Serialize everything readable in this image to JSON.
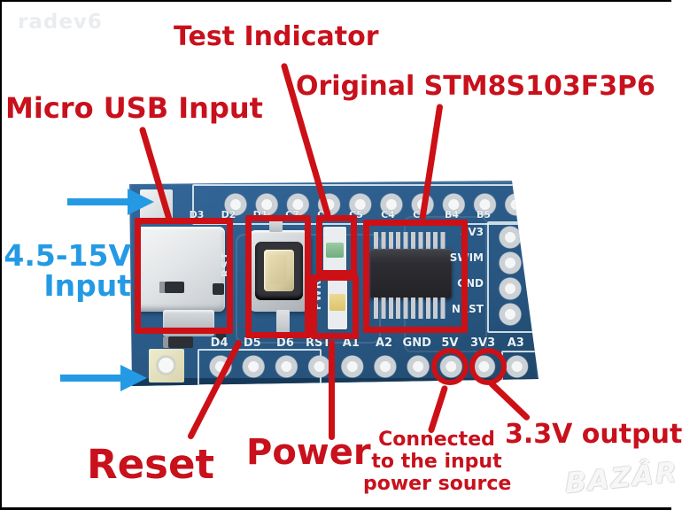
{
  "watermarks": {
    "seller": "radev6",
    "marketplace_logo": "BAZÂR"
  },
  "labels": {
    "test_indicator": "Test Indicator",
    "original_chip": "Original STM8S103F3P6",
    "micro_usb": "Micro USB Input",
    "voltage_input_line1": "4.5-15V",
    "voltage_input_line2": "Input",
    "reset": "Reset",
    "power": "Power",
    "connected_note_line1": "Connected",
    "connected_note_line2": "to the input",
    "connected_note_line3": "power source",
    "output_3v3": "3.3V output"
  },
  "board": {
    "top_pin_labels": [
      "D3",
      "D2",
      "D1",
      "C7",
      "C6",
      "C5",
      "C4",
      "C3",
      "B4",
      "B5"
    ],
    "bottom_pin_labels": [
      "D4",
      "D5",
      "D6",
      "RST",
      "A1",
      "A2",
      "GND",
      "5V",
      "3V3",
      "A3"
    ],
    "right_pin_labels": [
      "3V3",
      "SWIM",
      "GND",
      "NRST"
    ],
    "silkscreen": {
      "reset_marking": "RST",
      "power_marking": "PWR"
    }
  },
  "colors": {
    "annotation_red": "#c8111c",
    "annotation_blue": "#259ae4",
    "pcb_blue": "#2c5d8b",
    "silkscreen_white": "#e8f1f6",
    "led_test_green": "#6fae7e",
    "led_power_yellow": "#ddc369",
    "button_cap_beige": "#d6caa0"
  }
}
